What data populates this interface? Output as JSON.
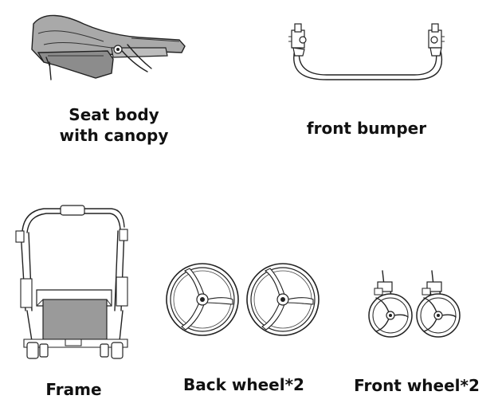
{
  "parts": {
    "seat": {
      "line1": "Seat body",
      "line2": "with canopy"
    },
    "bumper": {
      "label": "front bumper"
    },
    "frame": {
      "label": "Frame"
    },
    "back_wheel": {
      "label": "Back wheel*2"
    },
    "front_wheel": {
      "label": "Front wheel*2"
    }
  },
  "colors": {
    "line": "#222222",
    "fabric": "#9a9a9a",
    "fabric_dark": "#6e6e6e"
  }
}
